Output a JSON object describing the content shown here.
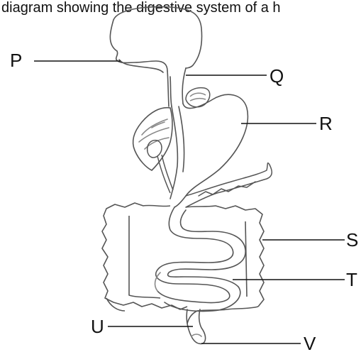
{
  "caption": "diagram showing the digestive system of a h",
  "labels": {
    "p": "P",
    "q": "Q",
    "r": "R",
    "s": "S",
    "t": "T",
    "u": "U",
    "v": "V"
  },
  "colors": {
    "ink": "#111111",
    "pencil": "#555555",
    "shading": "#888888"
  }
}
